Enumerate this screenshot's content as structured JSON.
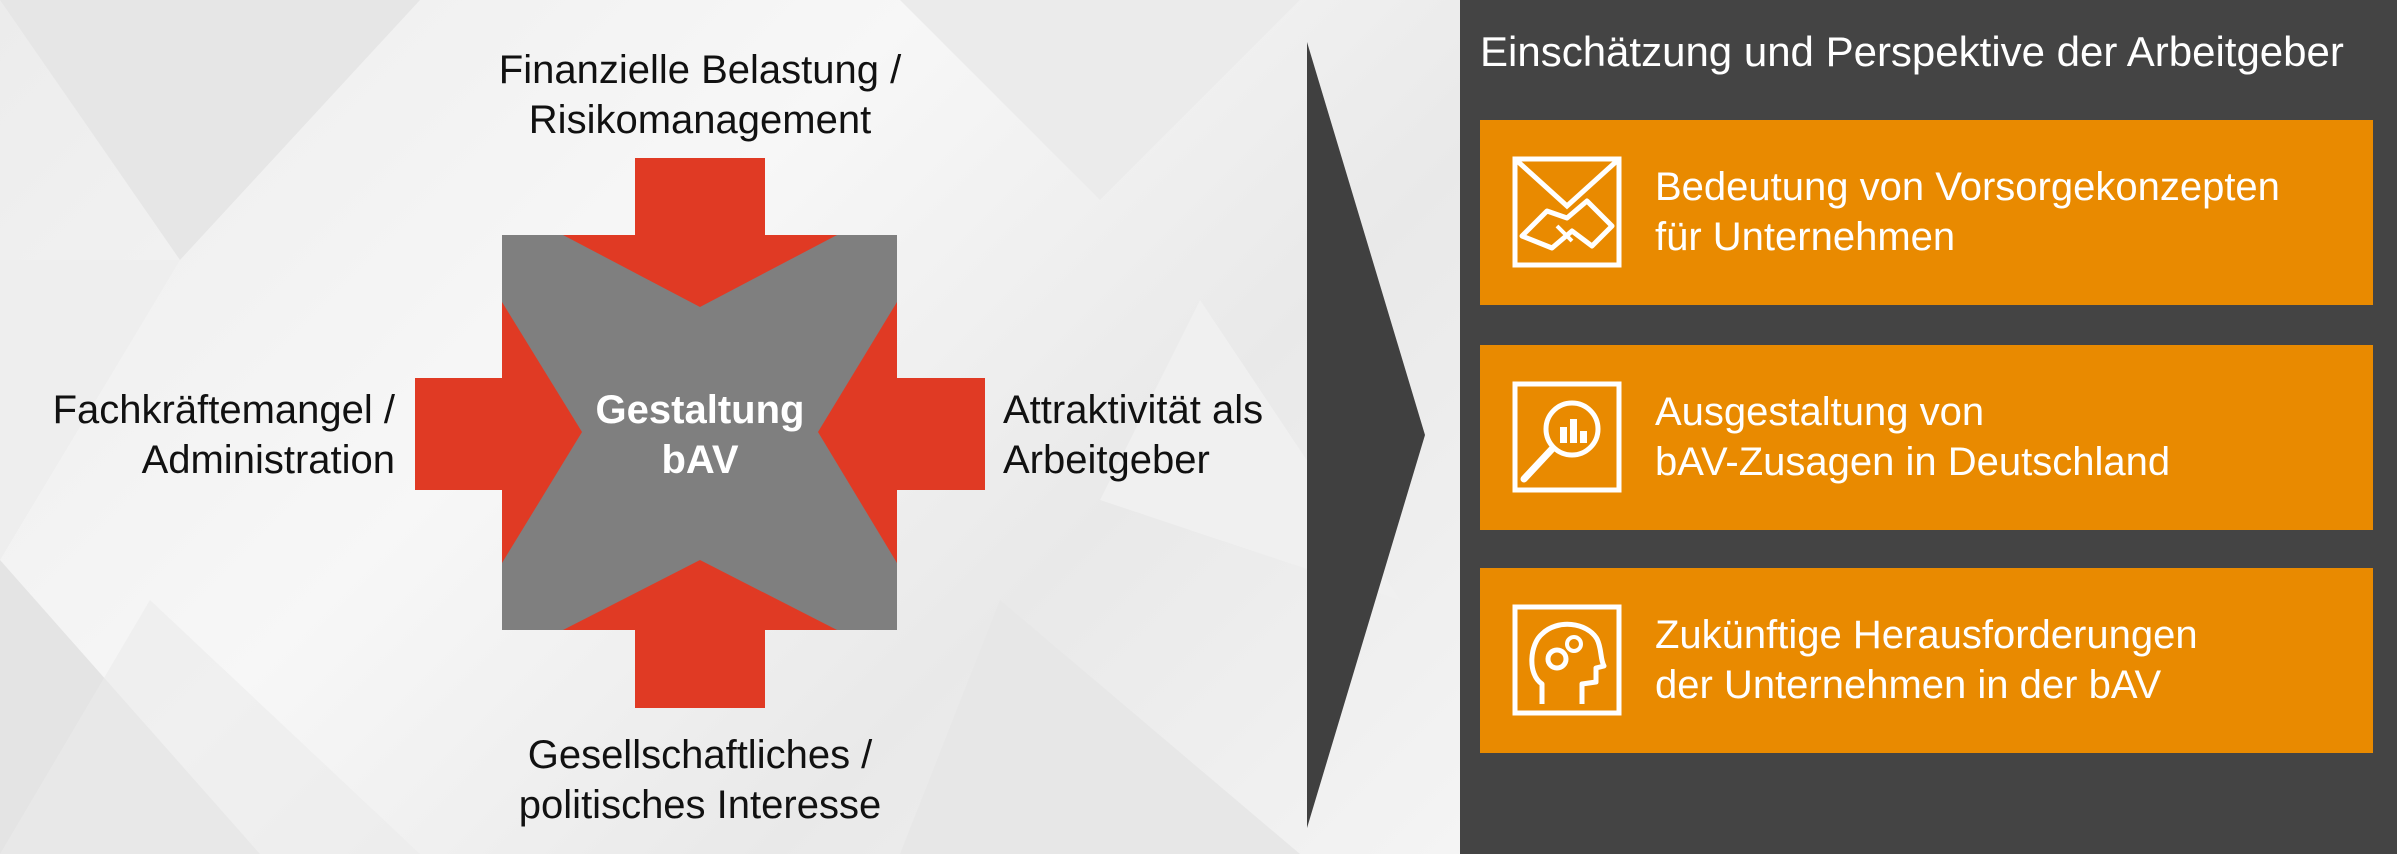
{
  "diagram": {
    "center_line1": "Gestaltung",
    "center_line2": "bAV",
    "top_line1": "Finanzielle Belastung /",
    "top_line2": "Risikomanagement",
    "left_line1": "Fachkräftemangel /",
    "left_line2": "Administration",
    "right_line1": "Attraktivität als",
    "right_line2": "Arbeitgeber",
    "bottom_line1": "Gesellschaftliches /",
    "bottom_line2": "politisches Interesse",
    "colors": {
      "arrow": "#e03a24",
      "square": "#7f7f7f",
      "chevron": "#404040"
    }
  },
  "panel": {
    "title": "Einschätzung und Perspektive der Arbeitgeber",
    "background": "#444444",
    "cards": [
      {
        "icon": "handshake-envelope-icon",
        "line1": "Bedeutung von Vorsorgekonzepten",
        "line2": "für Unternehmen"
      },
      {
        "icon": "magnifier-chart-icon",
        "line1": "Ausgestaltung von",
        "line2": "bAV-Zusagen in Deutschland"
      },
      {
        "icon": "head-gears-icon",
        "line1": "Zukünftige Herausforderungen",
        "line2": "der Unternehmen in der bAV"
      }
    ],
    "card_color": "#e98a00"
  }
}
